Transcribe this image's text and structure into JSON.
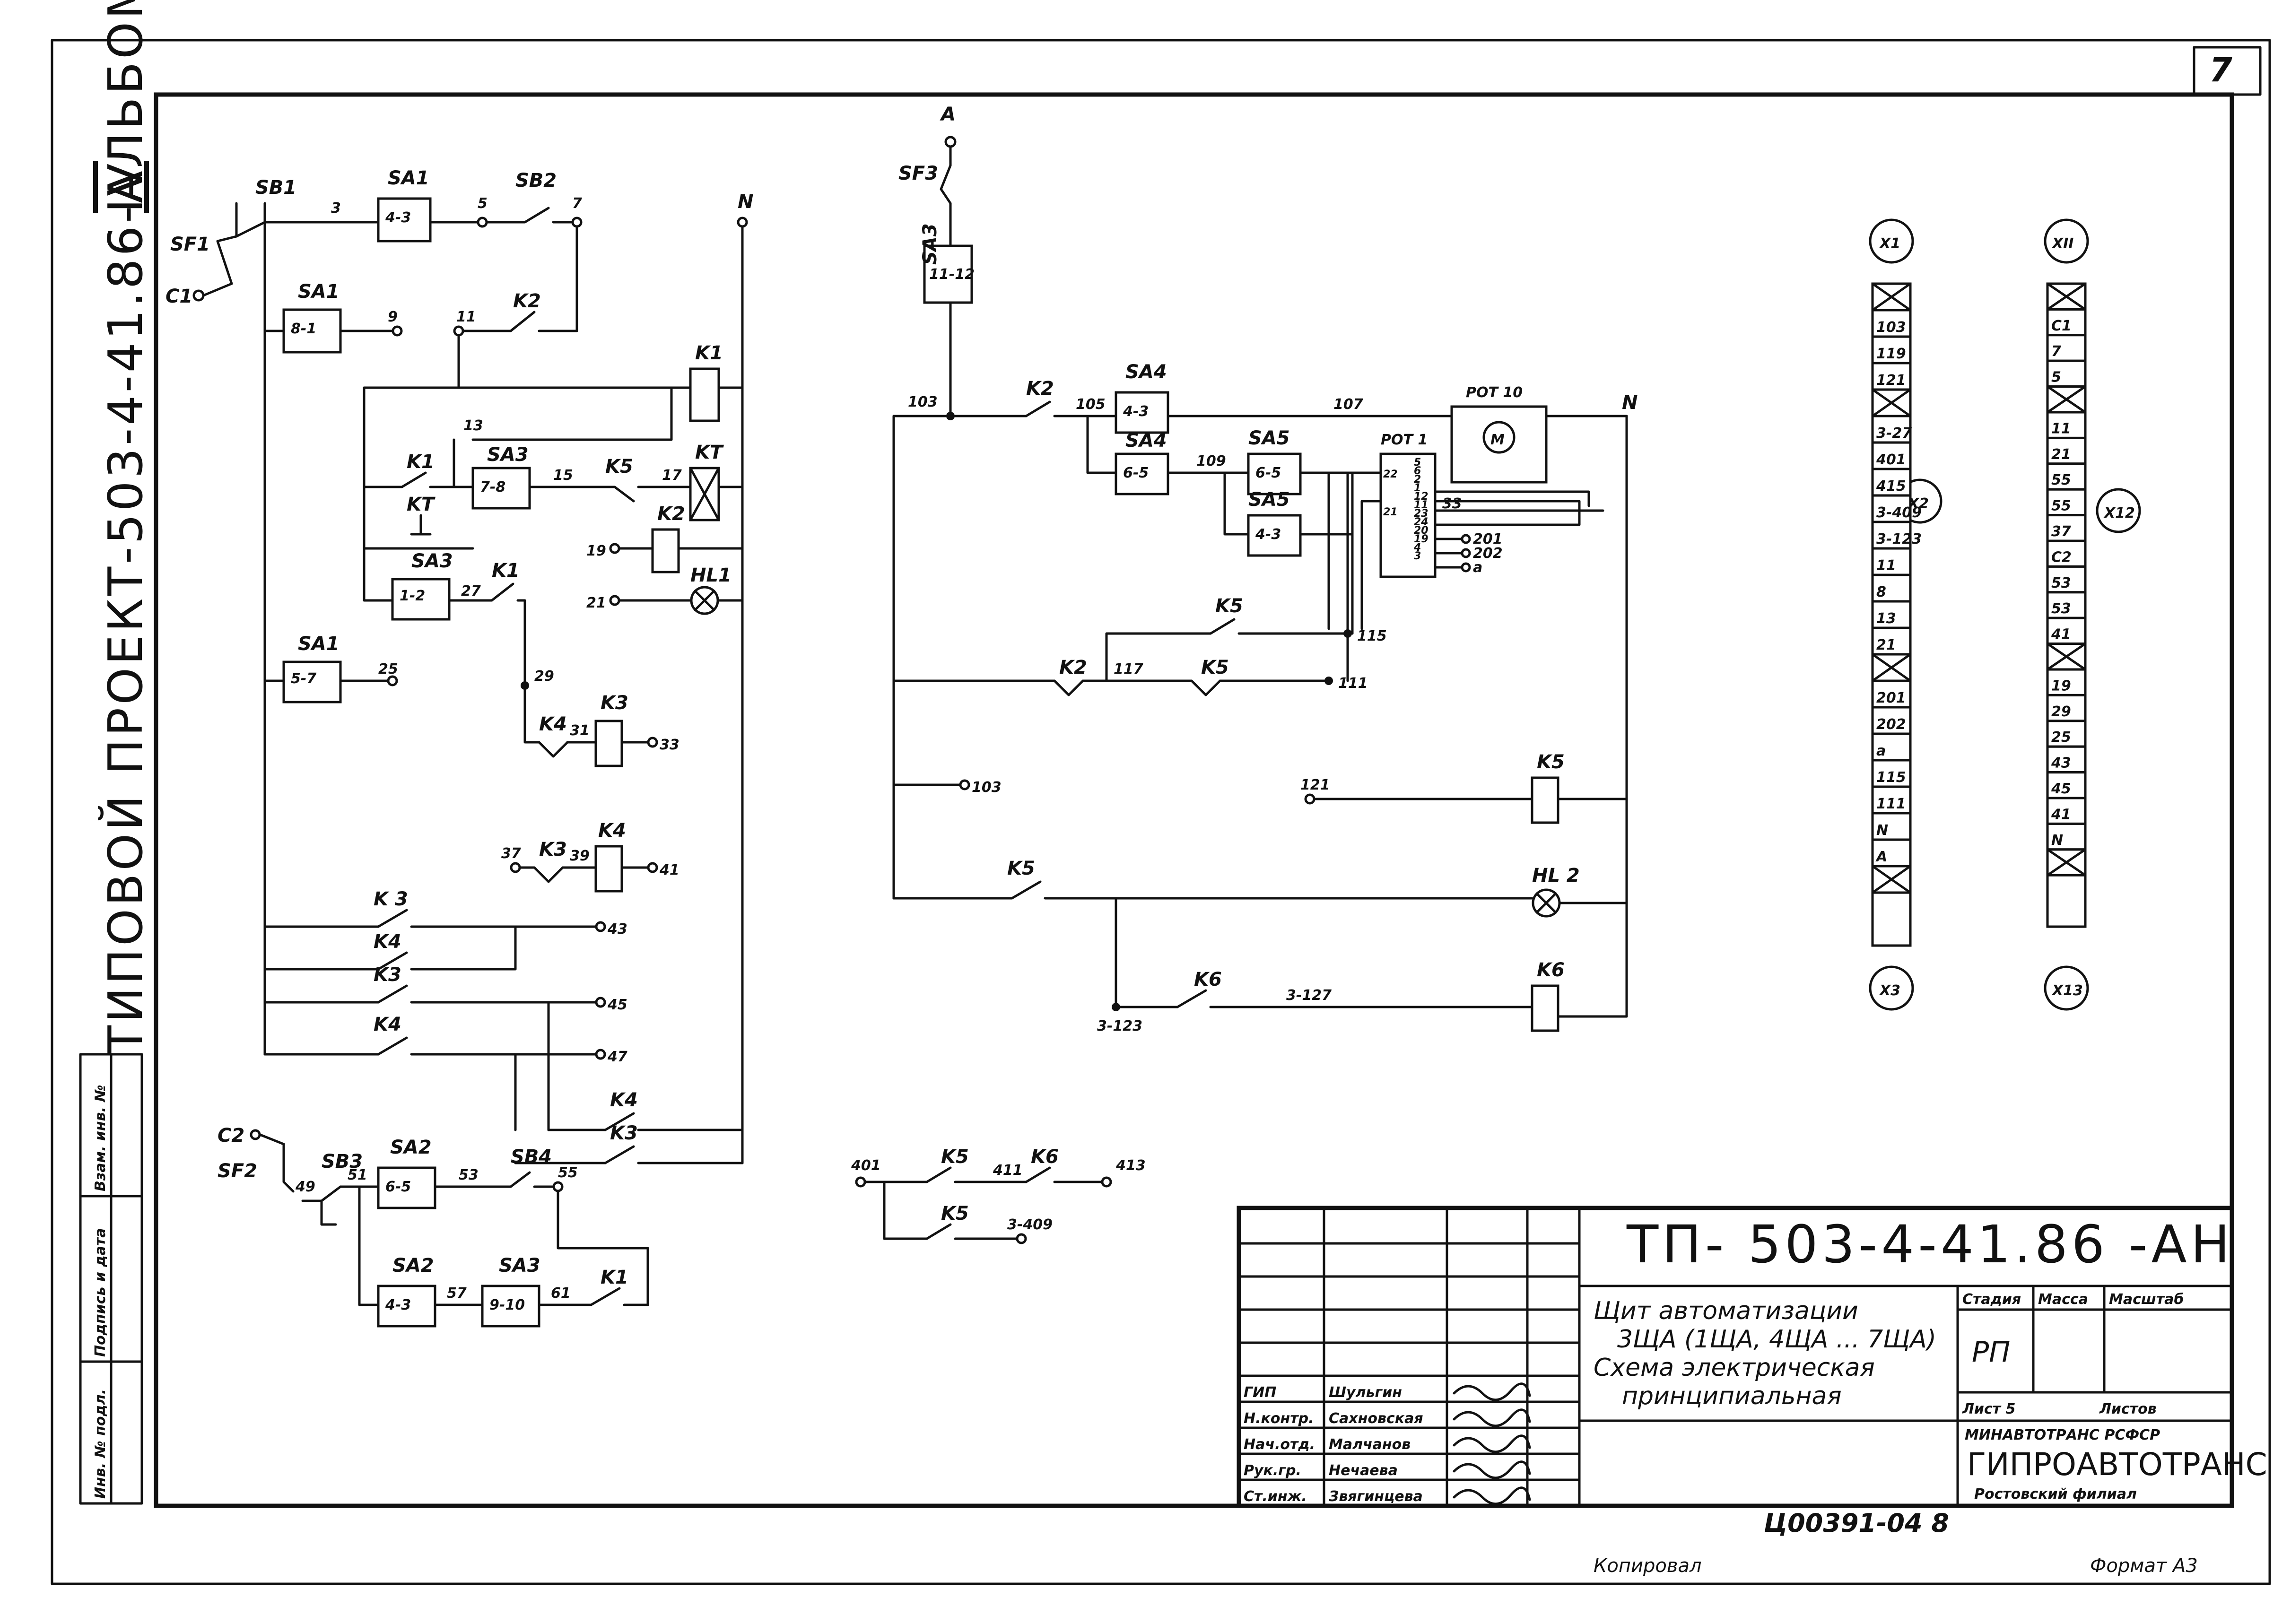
{
  "sheet_number": "7",
  "album_title": "ТИПОВОЙ ПРОЕКТ-503-4-41.86-АЛЬБОМ",
  "album_volume": "IV",
  "side_stamp": [
    "Инв. № подл.",
    "Подпись и дата",
    "Взам. инв. №"
  ],
  "circuit_a": {
    "components": {
      "sf1": "SF1",
      "c1": "C1",
      "sb1": "SB1",
      "sa1_top": "SA1",
      "sa1_top_pos": "4-3",
      "sb2": "SB2",
      "n": "N",
      "sa1_mid": "SA1",
      "sa1_mid_pos": "8-1",
      "k2_contact": "K2",
      "k1_coil": "K1",
      "k1_contact": "K1",
      "sa3_a": "SA3",
      "sa3_a_pos": "7-8",
      "k5": "K5",
      "kt_coil": "KT",
      "kt_contact": "KT",
      "k2_coil": "K2",
      "sa3_b": "SA3",
      "sa3_b_pos": "1-2",
      "k1_contact_b": "K1",
      "hl1": "HL1",
      "sa1_low": "SA1",
      "sa1_low_pos": "5-7",
      "k4_nc": "K4",
      "k3_coil": "K3",
      "k3_nc": "K3",
      "k4_coil": "K4",
      "k3_r1": "K 3",
      "k4_r2": "K4",
      "k3_r3": "K3",
      "k4_r4": "K4",
      "k4_r5": "K4",
      "k3_r6": "K3",
      "c2": "C2",
      "sf2": "SF2",
      "sb3": "SB3",
      "sa2_a": "SA2",
      "sa2_a_pos": "6-5",
      "sb4": "SB4",
      "sa2_b": "SA2",
      "sa2_b_pos": "4-3",
      "sa3_c": "SA3",
      "sa3_c_pos": "9-10",
      "k1_bottom": "K1"
    },
    "wires": {
      "w3": "3",
      "w5": "5",
      "w7": "7",
      "w9": "9",
      "w11": "11",
      "w13": "13",
      "w15": "15",
      "w17": "17",
      "w19": "19",
      "w21": "21",
      "w25": "25",
      "w27": "27",
      "w29": "29",
      "w31": "31",
      "w33": "33",
      "w37": "37",
      "w39": "39",
      "w41": "41",
      "w43": "43",
      "w45": "45",
      "w47": "47",
      "w49": "49",
      "w51": "51",
      "w53": "53",
      "w55": "55",
      "w57": "57",
      "w61": "61"
    }
  },
  "circuit_b": {
    "components": {
      "a": "A",
      "sf3": "SF3",
      "sa3": "SA3",
      "sa3_pos": "11-12",
      "k2": "K2",
      "sa4_a": "SA4",
      "sa4_a_pos": "4-3",
      "sa4_b": "SA4",
      "sa4_b_pos": "6-5",
      "sa5_a": "SA5",
      "sa5_a_pos": "6-5",
      "sa5_b": "SA5",
      "sa5_b_pos": "4-3",
      "m": "M",
      "rot10": "РОТ 10",
      "rot1": "РОТ 1",
      "n": "N",
      "k5_a": "K5",
      "k2_nc": "K2",
      "k5_nc": "K5",
      "k5_coil": "K5",
      "k5_contact": "K5",
      "hl2": "HL 2",
      "k6_contact": "K6",
      "k6_coil": "K6",
      "k5_x1": "K5",
      "k6_x": "K6",
      "k5_x2": "K5"
    },
    "rot1_pins": [
      "22",
      "21",
      "5",
      "6",
      "2",
      "1",
      "12",
      "11",
      "23",
      "24",
      "20",
      "19",
      "4",
      "3"
    ],
    "wires": {
      "w103": "103",
      "w105": "105",
      "w107": "107",
      "w109": "109",
      "w111": "111",
      "w115": "115",
      "w117": "117",
      "w121": "121",
      "w103b": "103",
      "w201": "201",
      "w202": "202",
      "wa": "a",
      "w33": "33",
      "w3_127": "3-127",
      "w3_123": "3-123",
      "w401": "401",
      "w411": "411",
      "w413": "413",
      "w3_409": "3-409"
    }
  },
  "terminal_x": {
    "top_label": "X1",
    "mid_label": "X2",
    "bottom_label": "X3",
    "rows": [
      "103",
      "119",
      "121",
      "3-27",
      "401",
      "415",
      "3-409",
      "3-123",
      "11",
      "8",
      "13",
      "21",
      "201",
      "202",
      "a",
      "115",
      "111",
      "N",
      "A"
    ]
  },
  "terminal_xii": {
    "top_label": "XII",
    "mid_label": "X12",
    "bottom_label": "X13",
    "rows": [
      "C1",
      "7",
      "5",
      "11",
      "21",
      "55",
      "55",
      "37",
      "C2",
      "53",
      "53",
      "41",
      "19",
      "29",
      "25",
      "43",
      "45",
      "41",
      "N"
    ]
  },
  "title_block": {
    "doc_number": "ТП- 503-4-41.86 -АН",
    "description": [
      "Щит автоматизации",
      "3ЩА (1ЩА, 4ЩА ... 7ЩА)",
      "Схема электрическая",
      "принципиальная"
    ],
    "stage_header": "Стадия",
    "mass_header": "Масса",
    "scale_header": "Масштаб",
    "stage": "РП",
    "sheet_label": "Лист 5",
    "sheets_label": "Листов",
    "ministry": "МИНАВТОТРАНС РСФСР",
    "org": "ГИПРОАВТОТРАНС",
    "branch": "Ростовский филиал",
    "roles": [
      {
        "role": "ГИП",
        "name": "Шульгин"
      },
      {
        "role": "Н.контр.",
        "name": "Сахновская"
      },
      {
        "role": "Нач.отд.",
        "name": "Малчанов"
      },
      {
        "role": "Рук.гр.",
        "name": "Нечаева"
      },
      {
        "role": "Ст.инж.",
        "name": "Звягинцева"
      }
    ]
  },
  "footer": {
    "archive_number": "Ц00391-04 8",
    "copied": "Копировал",
    "format": "Формат А3"
  }
}
